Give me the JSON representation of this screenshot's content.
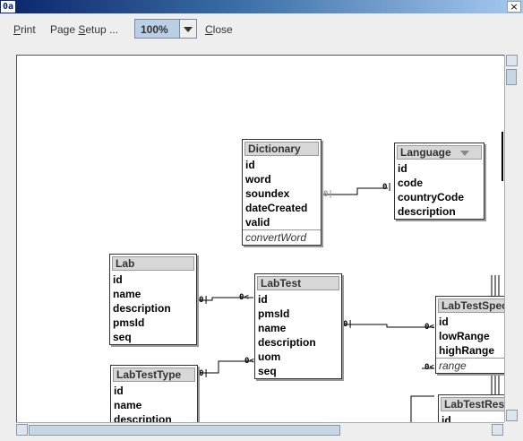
{
  "window": {
    "icon": "0a",
    "close_glyph": "×",
    "icon_name": "app-icon"
  },
  "toolbar": {
    "print_label_u": "P",
    "print_label_rest": "rint",
    "pagesetup_label_pre": "Page ",
    "pagesetup_label_u": "S",
    "pagesetup_label_rest": "etup ...",
    "zoom_value": "100%",
    "close_label_u": "C",
    "close_label_rest": "lose"
  },
  "diagram": {
    "tables": {
      "dictionary": {
        "name": "Dictionary",
        "fields": [
          "id",
          "word",
          "soundex",
          "dateCreated",
          "valid"
        ],
        "methods": [
          "convertWord"
        ]
      },
      "language": {
        "name": "Language",
        "fields": [
          "id",
          "code",
          "countryCode",
          "description"
        ]
      },
      "lab": {
        "name": "Lab",
        "fields": [
          "id",
          "name",
          "description",
          "pmsId",
          "seq"
        ]
      },
      "labtest": {
        "name": "LabTest",
        "fields": [
          "id",
          "pmsId",
          "name",
          "description",
          "uom",
          "seq"
        ]
      },
      "labtesttype": {
        "name": "LabTestType",
        "fields": [
          "id",
          "name",
          "description"
        ]
      },
      "labtestspec": {
        "name": "LabTestSpec",
        "fields": [
          "id",
          "lowRange",
          "highRange"
        ],
        "methods": [
          "range"
        ]
      },
      "labtestres": {
        "name": "LabTestRes",
        "fields": [
          "id"
        ]
      }
    },
    "cardinalities": {
      "dict_lang_a": "0|",
      "dict_lang_b": "0|",
      "lab_labtest_a": "0|",
      "lab_labtest_b": "0<",
      "type_labtest_a": "0|",
      "type_labtest_b": "0<",
      "labtest_spec_a": "0|",
      "labtest_spec_b": "0<",
      "spec_b2": "0<"
    }
  }
}
